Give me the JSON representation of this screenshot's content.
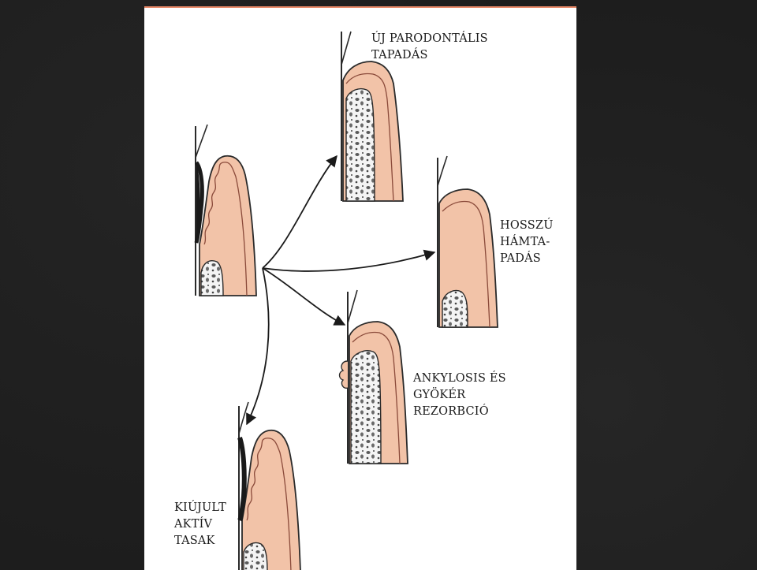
{
  "diagram": {
    "outcomes": {
      "new_attachment": {
        "lines": [
          "ÚJ PARODONTÁLIS",
          "TAPADÁS"
        ]
      },
      "long_epithelium": {
        "lines": [
          "HOSSZÚ",
          "HÁMTA-",
          "PADÁS"
        ]
      },
      "ankylosis": {
        "lines": [
          "ANKYLOSIS ÉS",
          "GYÖKÉR",
          "REZORBCIÓ"
        ]
      },
      "recurrent_pocket": {
        "lines": [
          "KIÚJULT",
          "AKTÍV",
          "TASAK"
        ]
      }
    },
    "colors": {
      "background": "#1d1d1d",
      "panel": "#ffffff",
      "panel_accent": "#e98a6a",
      "gingiva": "#f2c3a8",
      "outline": "#2a2a2a",
      "bone_fill": "#ececec",
      "calculus": "#1a1a1a"
    }
  }
}
